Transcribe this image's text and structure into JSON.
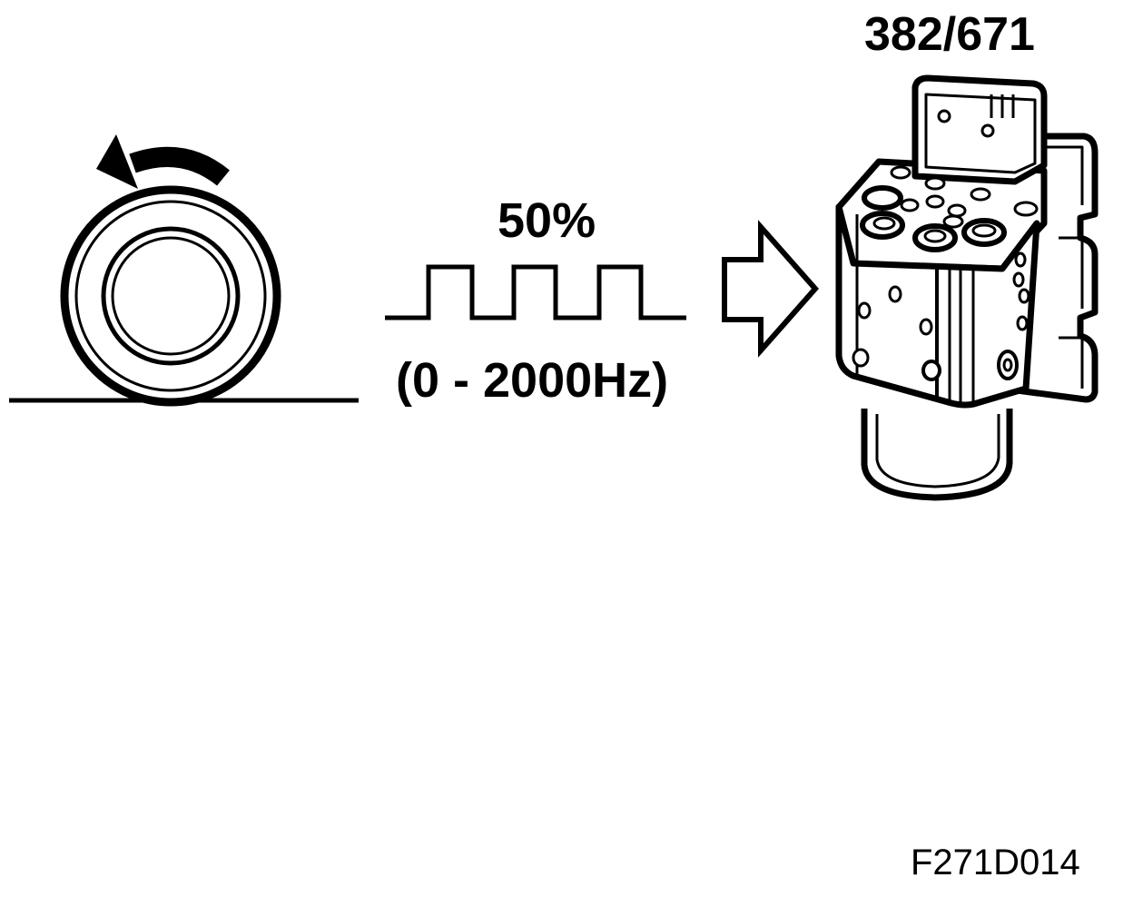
{
  "diagram": {
    "module_label": "382/671",
    "duty_cycle": "50%",
    "frequency_range": "(0 - 2000Hz)",
    "figure_id": "F271D014",
    "icons": {
      "wheel": "rotating-wheel-icon",
      "rotation_arrow": "rotation-arrow-icon",
      "signal": "square-wave-signal",
      "flow_arrow": "hollow-right-arrow-icon",
      "module": "abs-control-module-icon"
    },
    "colors": {
      "stroke": "#000000",
      "background": "#ffffff"
    }
  }
}
